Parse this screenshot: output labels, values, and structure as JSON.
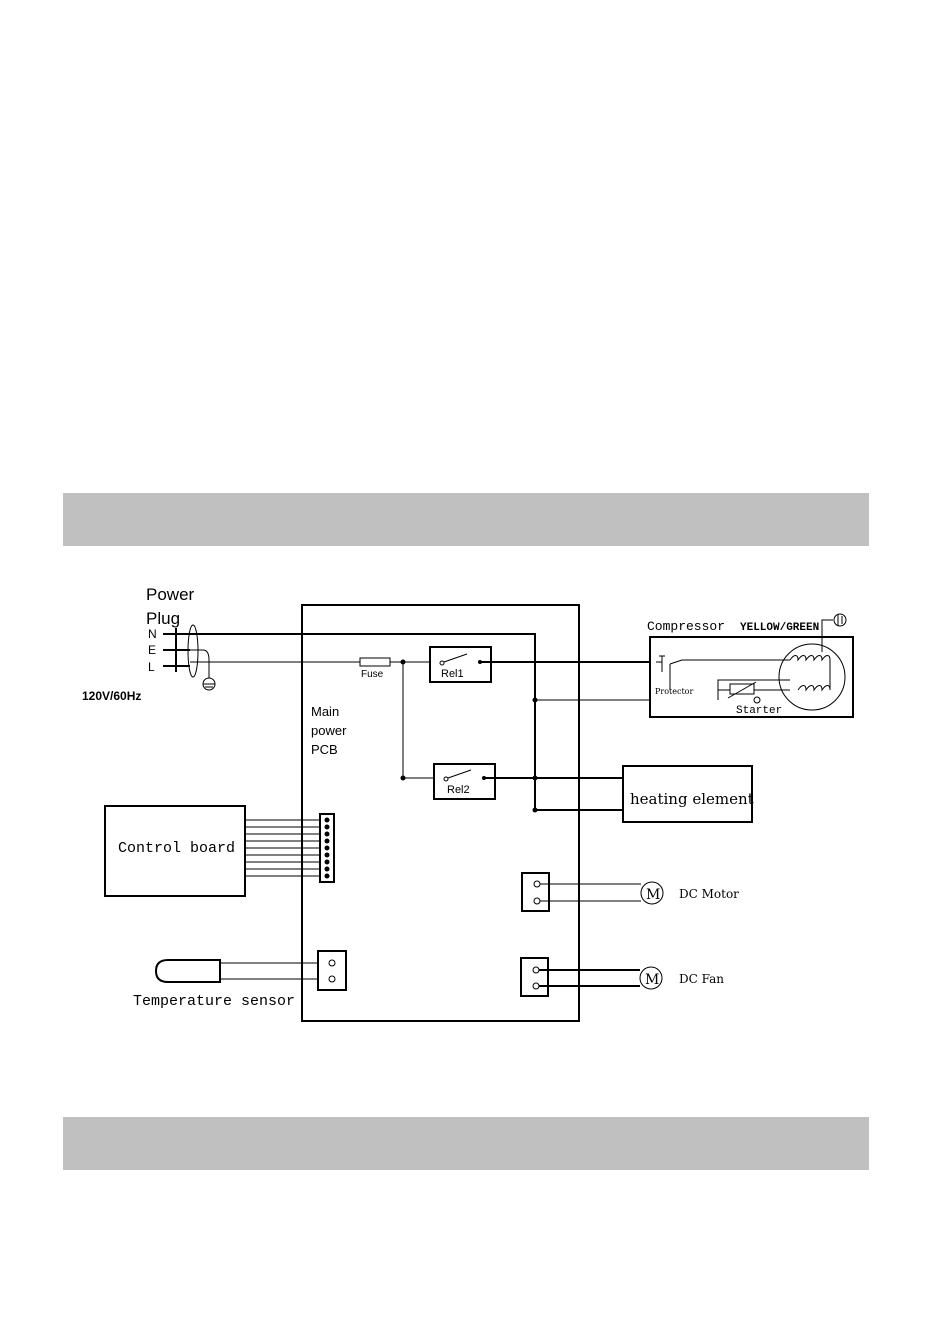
{
  "diagram": {
    "power_plug": {
      "title_line1": "Power",
      "title_line2": "Plug",
      "pin_n": "N",
      "pin_e": "E",
      "pin_l": "L",
      "rating": "120V/60Hz"
    },
    "main_pcb": {
      "line1": "Main",
      "line2": "power",
      "line3": "PCB"
    },
    "fuse_label": "Fuse",
    "relay1_label": "Rel1",
    "relay2_label": "Rel2",
    "compressor": {
      "title": "Compressor",
      "ground_label": "YELLOW/GREEN",
      "protector_label": "Protector",
      "starter_label": "Starter",
      "motor_symbol": "M"
    },
    "heating_element_label": "heating element",
    "control_board_label": "Control board",
    "temperature_sensor_label": "Temperature sensor",
    "dc_motor": {
      "label": "DC Motor",
      "symbol": "M"
    },
    "dc_fan": {
      "label": "DC Fan",
      "symbol": "M"
    }
  },
  "colors": {
    "band": "#c0c0c0",
    "line": "#000000",
    "background": "#ffffff"
  }
}
